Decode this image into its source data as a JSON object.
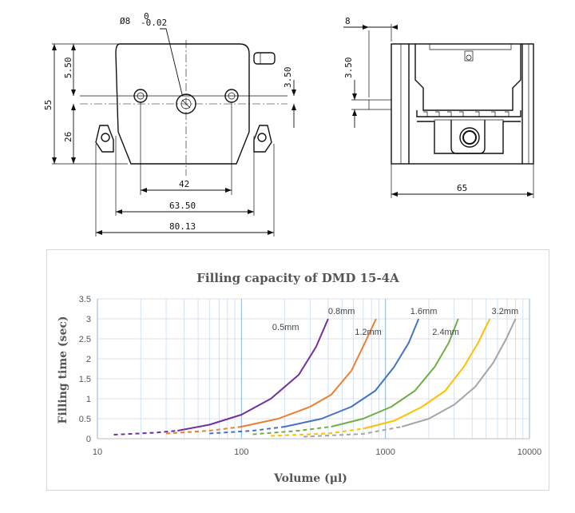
{
  "drawing": {
    "front": {
      "bore_label": "Ø8",
      "bore_tol_upper": "0",
      "bore_tol_lower": "-0.02",
      "dim_5_50": "5.50",
      "dim_55": "55",
      "dim_26": "26",
      "dim_3_50": "3.50",
      "dim_42": "42",
      "dim_63_50": "63.50",
      "dim_80_13": "80.13"
    },
    "side": {
      "dim_8": "8",
      "dim_3_50": "3.50",
      "dim_65": "65"
    }
  },
  "chart_data": {
    "type": "line",
    "title": "Filling capacity of DMD 15-4A",
    "xlabel": "Volume (μl)",
    "ylabel": "Filling time (sec)",
    "xscale": "log",
    "xlim": [
      10,
      10000
    ],
    "ylim": [
      0,
      3.5
    ],
    "xticks": [
      "10",
      "100",
      "1000",
      "10000"
    ],
    "yticks": [
      "0",
      "0.5",
      "1",
      "1.5",
      "2",
      "2.5",
      "3",
      "3.5"
    ],
    "grid": true,
    "series": [
      {
        "name": "0.5mm",
        "color": "#7030a0",
        "dashed_points": [
          [
            13,
            0.1
          ],
          [
            25,
            0.15
          ],
          [
            36,
            0.2
          ]
        ],
        "solid_points": [
          [
            36,
            0.2
          ],
          [
            60,
            0.35
          ],
          [
            100,
            0.6
          ],
          [
            160,
            1.0
          ],
          [
            250,
            1.6
          ],
          [
            330,
            2.3
          ],
          [
            400,
            3.0
          ]
        ]
      },
      {
        "name": "0.8mm",
        "color": "#ed7d31",
        "dashed_points": [
          [
            30,
            0.13
          ],
          [
            60,
            0.2
          ],
          [
            100,
            0.3
          ]
        ],
        "solid_points": [
          [
            100,
            0.3
          ],
          [
            180,
            0.5
          ],
          [
            300,
            0.8
          ],
          [
            420,
            1.1
          ],
          [
            580,
            1.7
          ],
          [
            720,
            2.4
          ],
          [
            860,
            3.0
          ]
        ]
      },
      {
        "name": "1.2mm",
        "color": "#4472c4",
        "dashed_points": [
          [
            60,
            0.13
          ],
          [
            120,
            0.2
          ],
          [
            200,
            0.3
          ]
        ],
        "solid_points": [
          [
            200,
            0.3
          ],
          [
            360,
            0.5
          ],
          [
            580,
            0.8
          ],
          [
            850,
            1.2
          ],
          [
            1150,
            1.8
          ],
          [
            1450,
            2.4
          ],
          [
            1700,
            3.0
          ]
        ]
      },
      {
        "name": "1.6mm",
        "color": "#70ad47",
        "dashed_points": [
          [
            120,
            0.11
          ],
          [
            250,
            0.2
          ],
          [
            420,
            0.3
          ]
        ],
        "solid_points": [
          [
            420,
            0.3
          ],
          [
            700,
            0.5
          ],
          [
            1100,
            0.8
          ],
          [
            1600,
            1.2
          ],
          [
            2200,
            1.8
          ],
          [
            2750,
            2.4
          ],
          [
            3200,
            3.0
          ]
        ]
      },
      {
        "name": "2.4mm",
        "color": "#ffc000",
        "dashed_points": [
          [
            160,
            0.07
          ],
          [
            400,
            0.13
          ],
          [
            700,
            0.25
          ]
        ],
        "solid_points": [
          [
            700,
            0.25
          ],
          [
            1150,
            0.45
          ],
          [
            1800,
            0.8
          ],
          [
            2600,
            1.2
          ],
          [
            3500,
            1.8
          ],
          [
            4400,
            2.4
          ],
          [
            5300,
            3.0
          ]
        ]
      },
      {
        "name": "3.2mm",
        "color": "#a5a5a5",
        "dashed_points": [
          [
            270,
            0.05
          ],
          [
            700,
            0.12
          ],
          [
            1300,
            0.3
          ]
        ],
        "solid_points": [
          [
            1300,
            0.3
          ],
          [
            2000,
            0.5
          ],
          [
            3000,
            0.85
          ],
          [
            4200,
            1.3
          ],
          [
            5600,
            1.9
          ],
          [
            6900,
            2.5
          ],
          [
            8000,
            3.0
          ]
        ]
      }
    ]
  }
}
